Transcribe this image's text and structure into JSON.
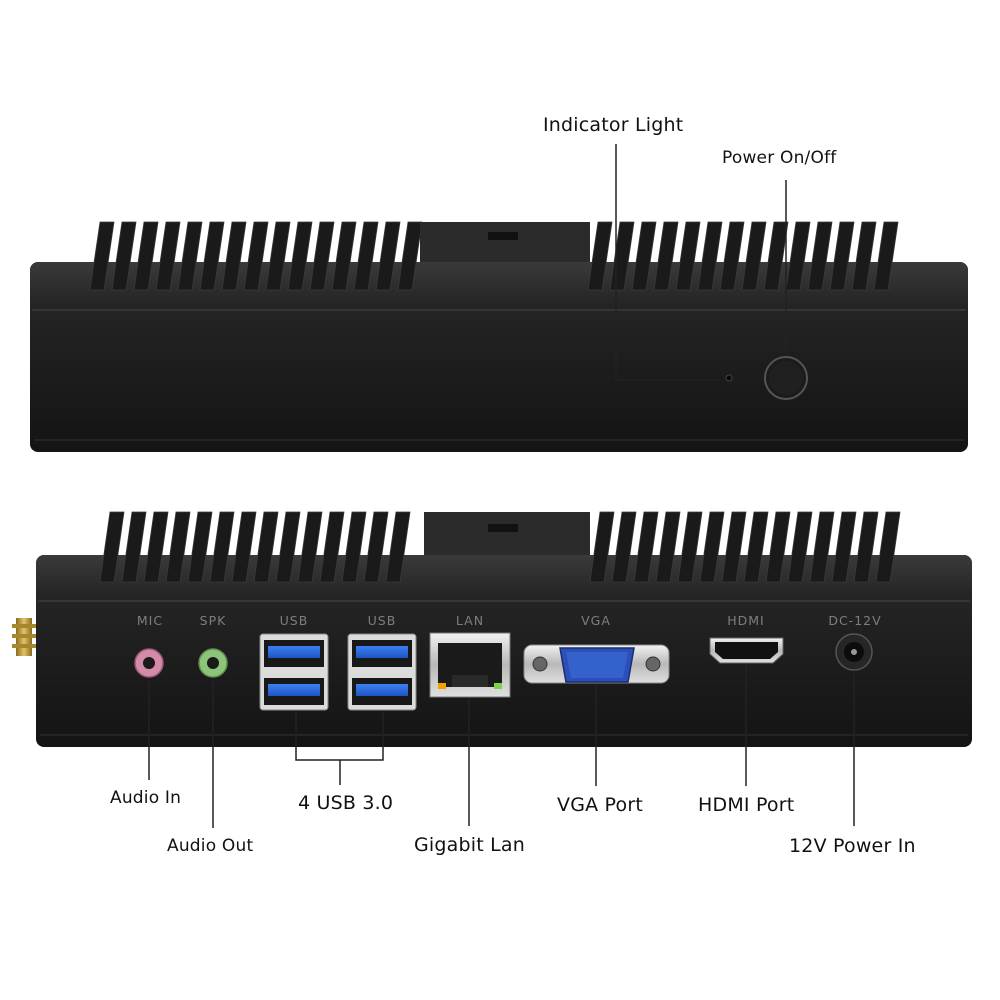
{
  "front_view": {
    "callouts": {
      "indicator_light": "Indicator Light",
      "power_button": "Power On/Off"
    }
  },
  "rear_view": {
    "port_labels": {
      "mic": "MIC",
      "spk": "SPK",
      "usb_left": "USB",
      "usb_right": "USB",
      "lan": "LAN",
      "vga": "VGA",
      "hdmi": "HDMI",
      "dc": "DC-12V"
    },
    "callouts": {
      "audio_in": "Audio In",
      "audio_out": "Audio Out",
      "usb": "4 USB 3.0",
      "lan": "Gigabit Lan",
      "vga": "VGA Port",
      "hdmi": "HDMI Port",
      "power_in": "12V Power In"
    }
  }
}
